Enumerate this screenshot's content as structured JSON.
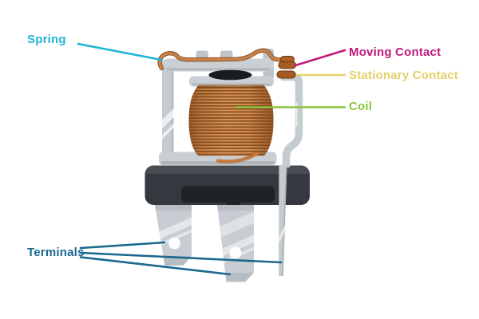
{
  "figure": {
    "title": "Relay components diagram",
    "background": "#FFFFFF",
    "labels": {
      "spring": {
        "text": "Spring",
        "color": "#1FB4D7"
      },
      "moving_contact": {
        "text": "Moving Contact",
        "color": "#C1177C"
      },
      "stationary_contact": {
        "text": "Stationary Contact",
        "color": "#E4D169"
      },
      "coil": {
        "text": "Coil",
        "color": "#8BC53F"
      },
      "terminals": {
        "text": "Terminals",
        "color": "#19688F"
      }
    },
    "component_colors": {
      "frame_gray": "#C9CFD3",
      "frame_highlight": "#E8EBEC",
      "coil_copper": "#D89457",
      "coil_winding_dark": "#7C431A",
      "spring_wire_copper": "#C8834C",
      "contact_brown": "#A65A26",
      "base_dark": "#35393F",
      "base_inset_dark": "#1F2227",
      "terminal_blade": "#C7CDD2"
    }
  }
}
